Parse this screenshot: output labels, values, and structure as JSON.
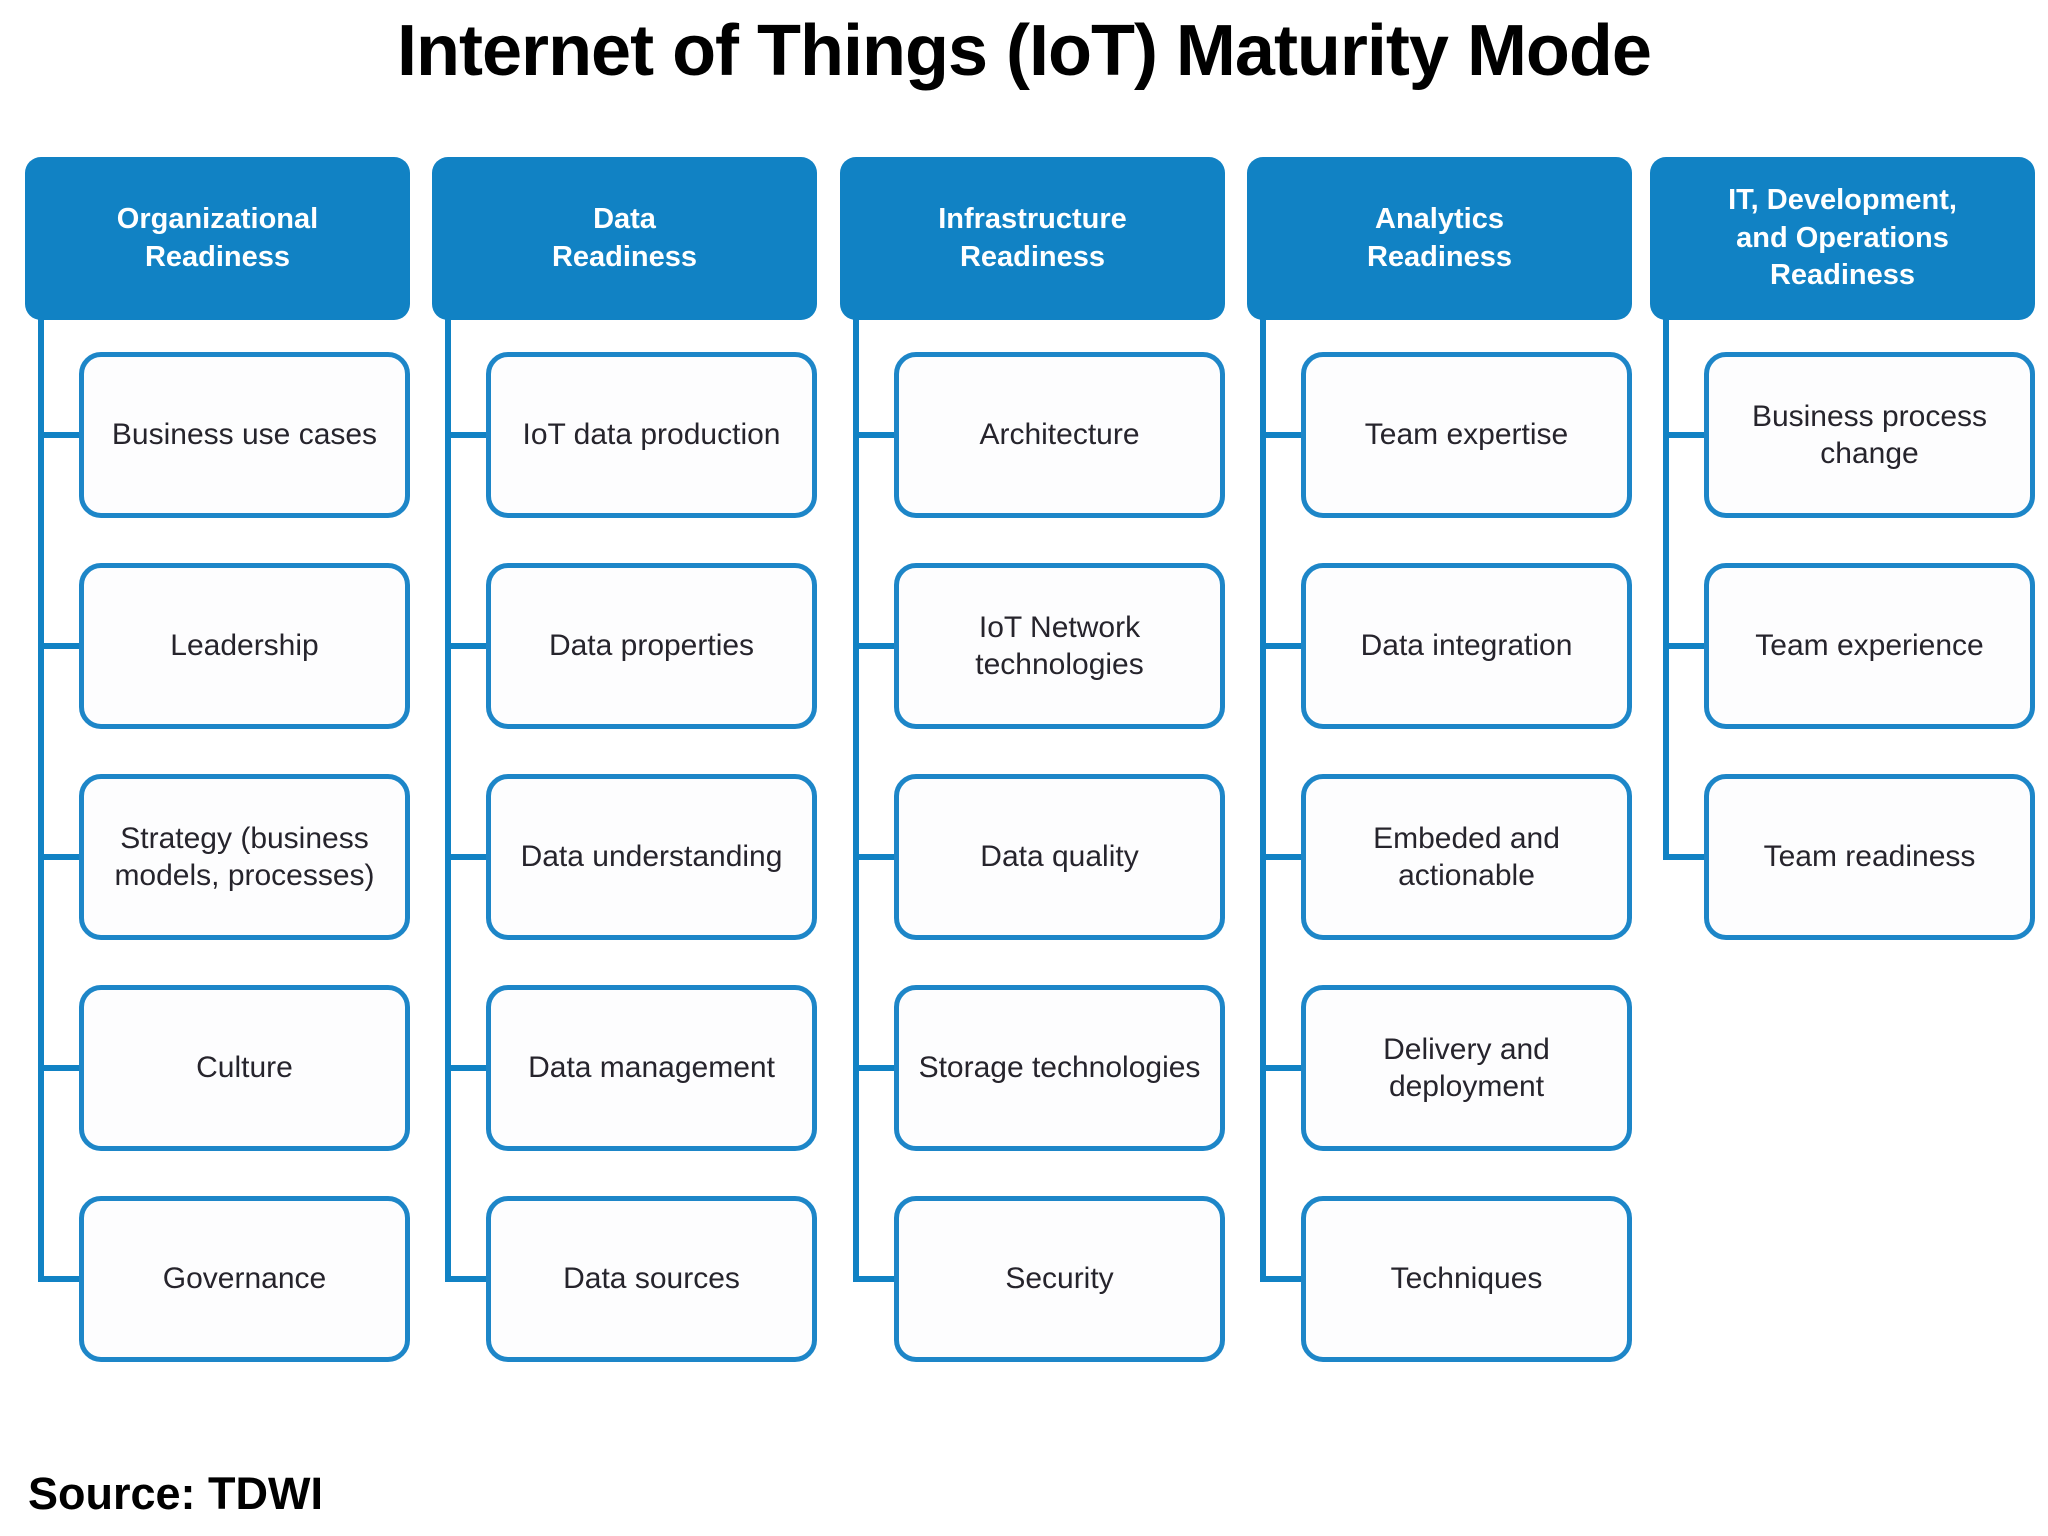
{
  "title": "Internet of Things (IoT) Maturity Mode",
  "source": "Source: TDWI",
  "colors": {
    "accent_blue": "#1182c4",
    "box_border_blue": "#1d86c8",
    "box_fill": "#fdfdfe",
    "header_text": "#ffffff",
    "item_text": "#26242c",
    "title_text": "#000000"
  },
  "columns": [
    {
      "header": "Organizational\nReadiness",
      "items": [
        "Business use cases",
        "Leadership",
        "Strategy (business models, processes)",
        "Culture",
        "Governance"
      ]
    },
    {
      "header": "Data\nReadiness",
      "items": [
        "IoT data production",
        "Data properties",
        "Data understanding",
        "Data management",
        "Data sources"
      ]
    },
    {
      "header": "Infrastructure\nReadiness",
      "items": [
        "Architecture",
        "IoT Network technologies",
        "Data quality",
        "Storage technologies",
        "Security"
      ]
    },
    {
      "header": "Analytics\nReadiness",
      "items": [
        "Team expertise",
        "Data integration",
        "Embeded and actionable",
        "Delivery and deployment",
        "Techniques"
      ]
    },
    {
      "header": "IT, Development,\nand Operations\nReadiness",
      "items": [
        "Business process change",
        "Team experience",
        "Team readiness"
      ]
    }
  ]
}
